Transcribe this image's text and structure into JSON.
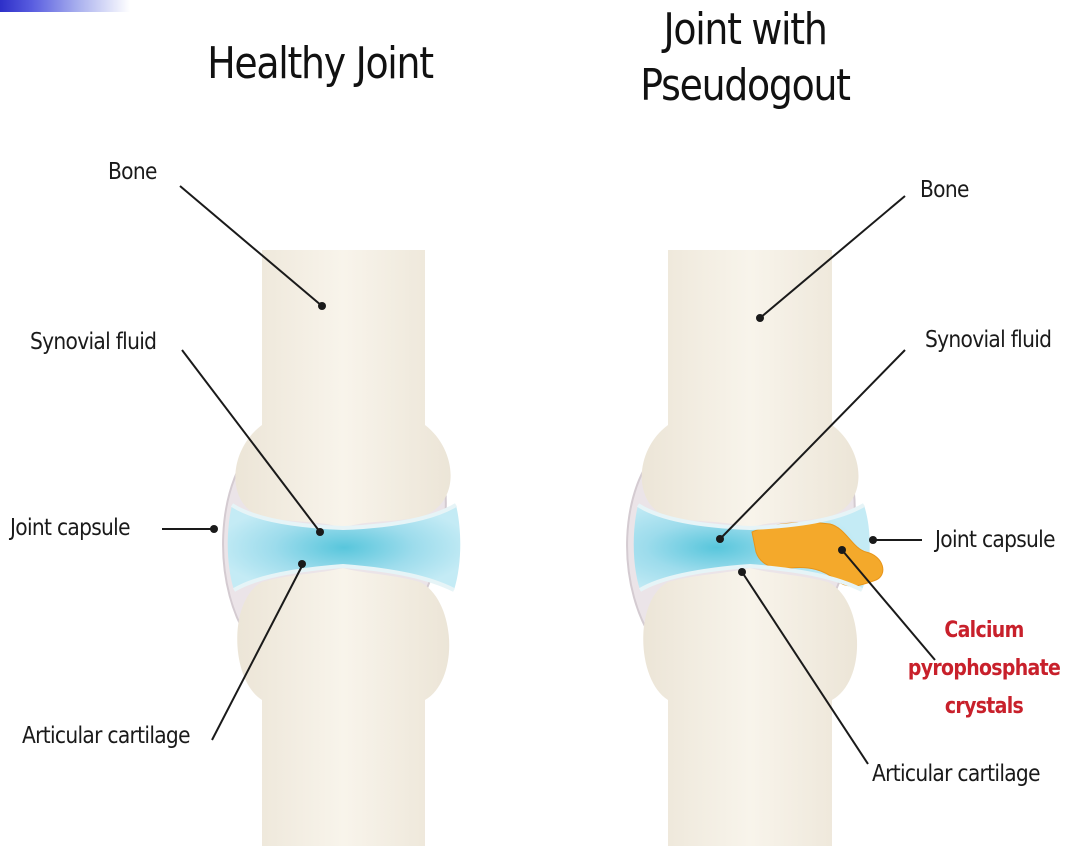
{
  "titles": {
    "healthy": "Healthy Joint",
    "pseudogout_line1": "Joint with",
    "pseudogout_line2": "Pseudogout"
  },
  "healthy_labels": {
    "bone": "Bone",
    "synovial_fluid": "Synovial fluid",
    "joint_capsule": "Joint capsule",
    "articular_cartilage": "Articular cartilage"
  },
  "pseudogout_labels": {
    "bone": "Bone",
    "synovial_fluid": "Synovial fluid",
    "joint_capsule": "Joint capsule",
    "crystals_line1": "Calcium",
    "crystals_line2": "pyrophosphate",
    "crystals_line3": "crystals",
    "articular_cartilage": "Articular cartilage"
  },
  "colors": {
    "bone": "#f6f1e6",
    "capsule": "#ece6ea",
    "synovial_fluid": "#bfe9f4",
    "synovial_fluid_center": "#5cc8de",
    "crystals": "#f4a92b",
    "crystal_label": "#c8202b",
    "accent": "#2d2fc8"
  }
}
